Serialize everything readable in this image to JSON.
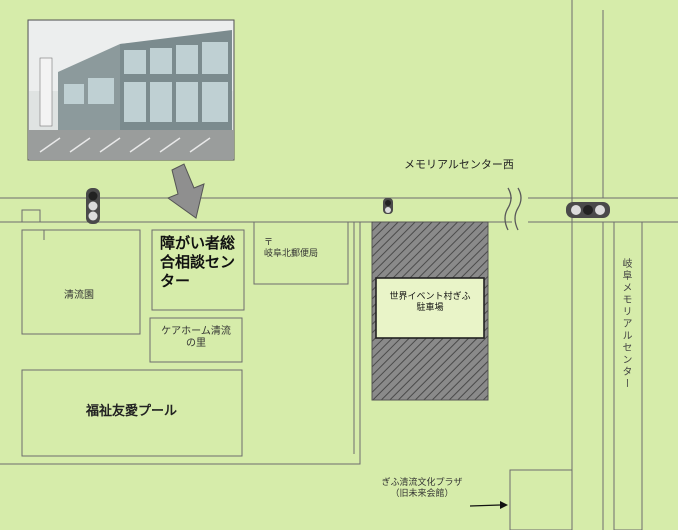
{
  "map": {
    "colors": {
      "background": "#d6ecaa",
      "road_line": "#6d6d6d",
      "hatch": "#707070",
      "arrow_fill": "#8f8f8f"
    },
    "labels": {
      "intersection": "メモリアルセンター西",
      "center_name": "障がい者総合相談センター",
      "seiryuen": "清流園",
      "care_home": "ケアホーム清流の里",
      "pool": "福祉友愛プール",
      "post_office": "〒\n岐阜北郵便局",
      "parking": "世界イベント村ぎふ\n駐車場",
      "memorial_center": "岐阜メモリアルセンター",
      "bunka_plaza": "ぎふ清流文化プラザ\n（旧未来会館）"
    },
    "icons": {
      "traffic_light": "traffic-light-icon",
      "direction_arrow": "down-arrow-icon",
      "road_break": "road-break-icon"
    }
  }
}
